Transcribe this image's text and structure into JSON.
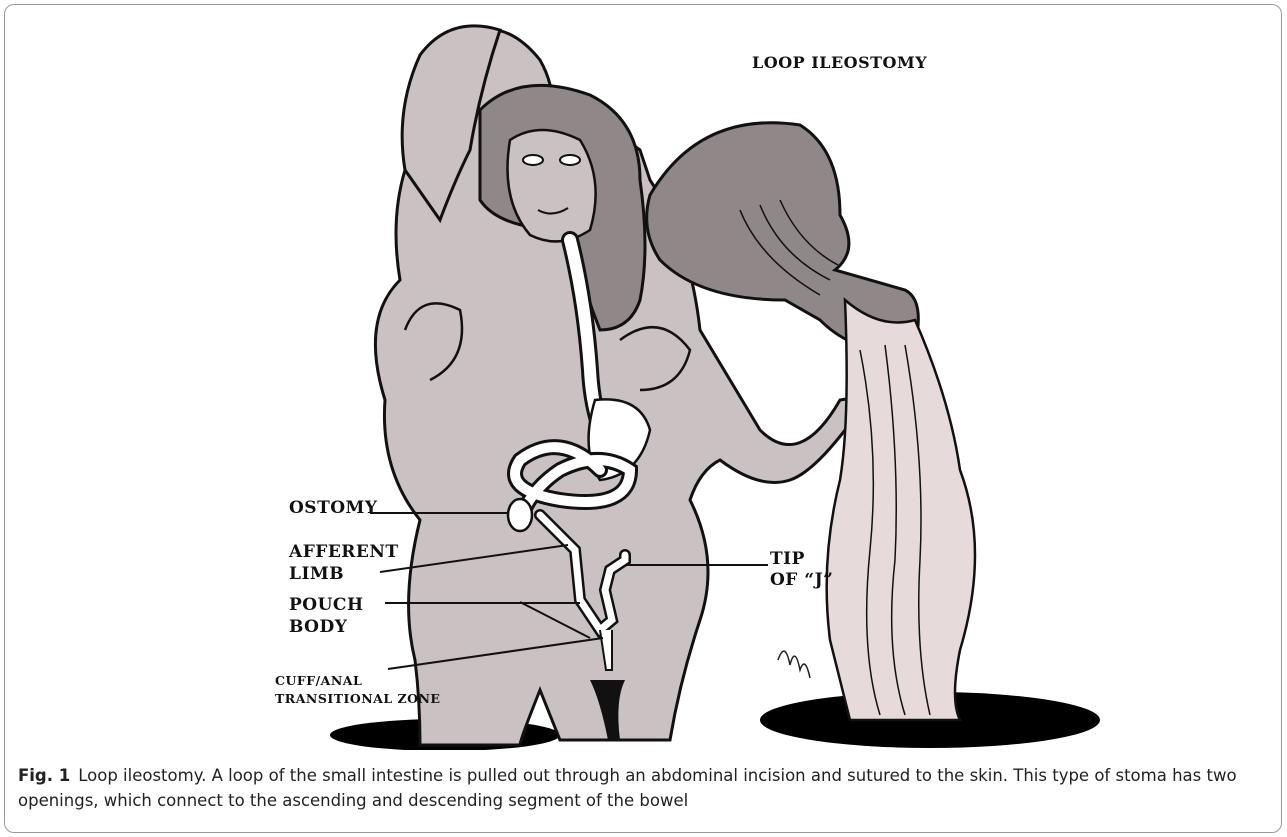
{
  "figure": {
    "title": "LOOP ILEOSTOMY",
    "labels": {
      "ostomy": "OSTOMY",
      "afferent_limb_1": "AFFERENT",
      "afferent_limb_2": "LIMB",
      "pouch_body_1": "POUCH",
      "pouch_body_2": "BODY",
      "cuff_1": "CUFF/ANAL",
      "cuff_2": "TRANSITIONAL ZONE",
      "tip_1": "TIP",
      "tip_2": "OF “J”"
    }
  },
  "caption": {
    "lead": "Fig. 1",
    "text": "Loop ileostomy. A loop of the small intestine is pulled out through an abdominal incision and sutured to the skin. This type of stoma has two openings, which connect to the ascending and descending segment of the bowel"
  },
  "colors": {
    "body_fill": "#c9c1c2",
    "vase_fill": "#8f8788",
    "water_fill": "#e6dada",
    "outline": "#111111",
    "intestine": "#ffffff",
    "shadow": "#000000"
  }
}
